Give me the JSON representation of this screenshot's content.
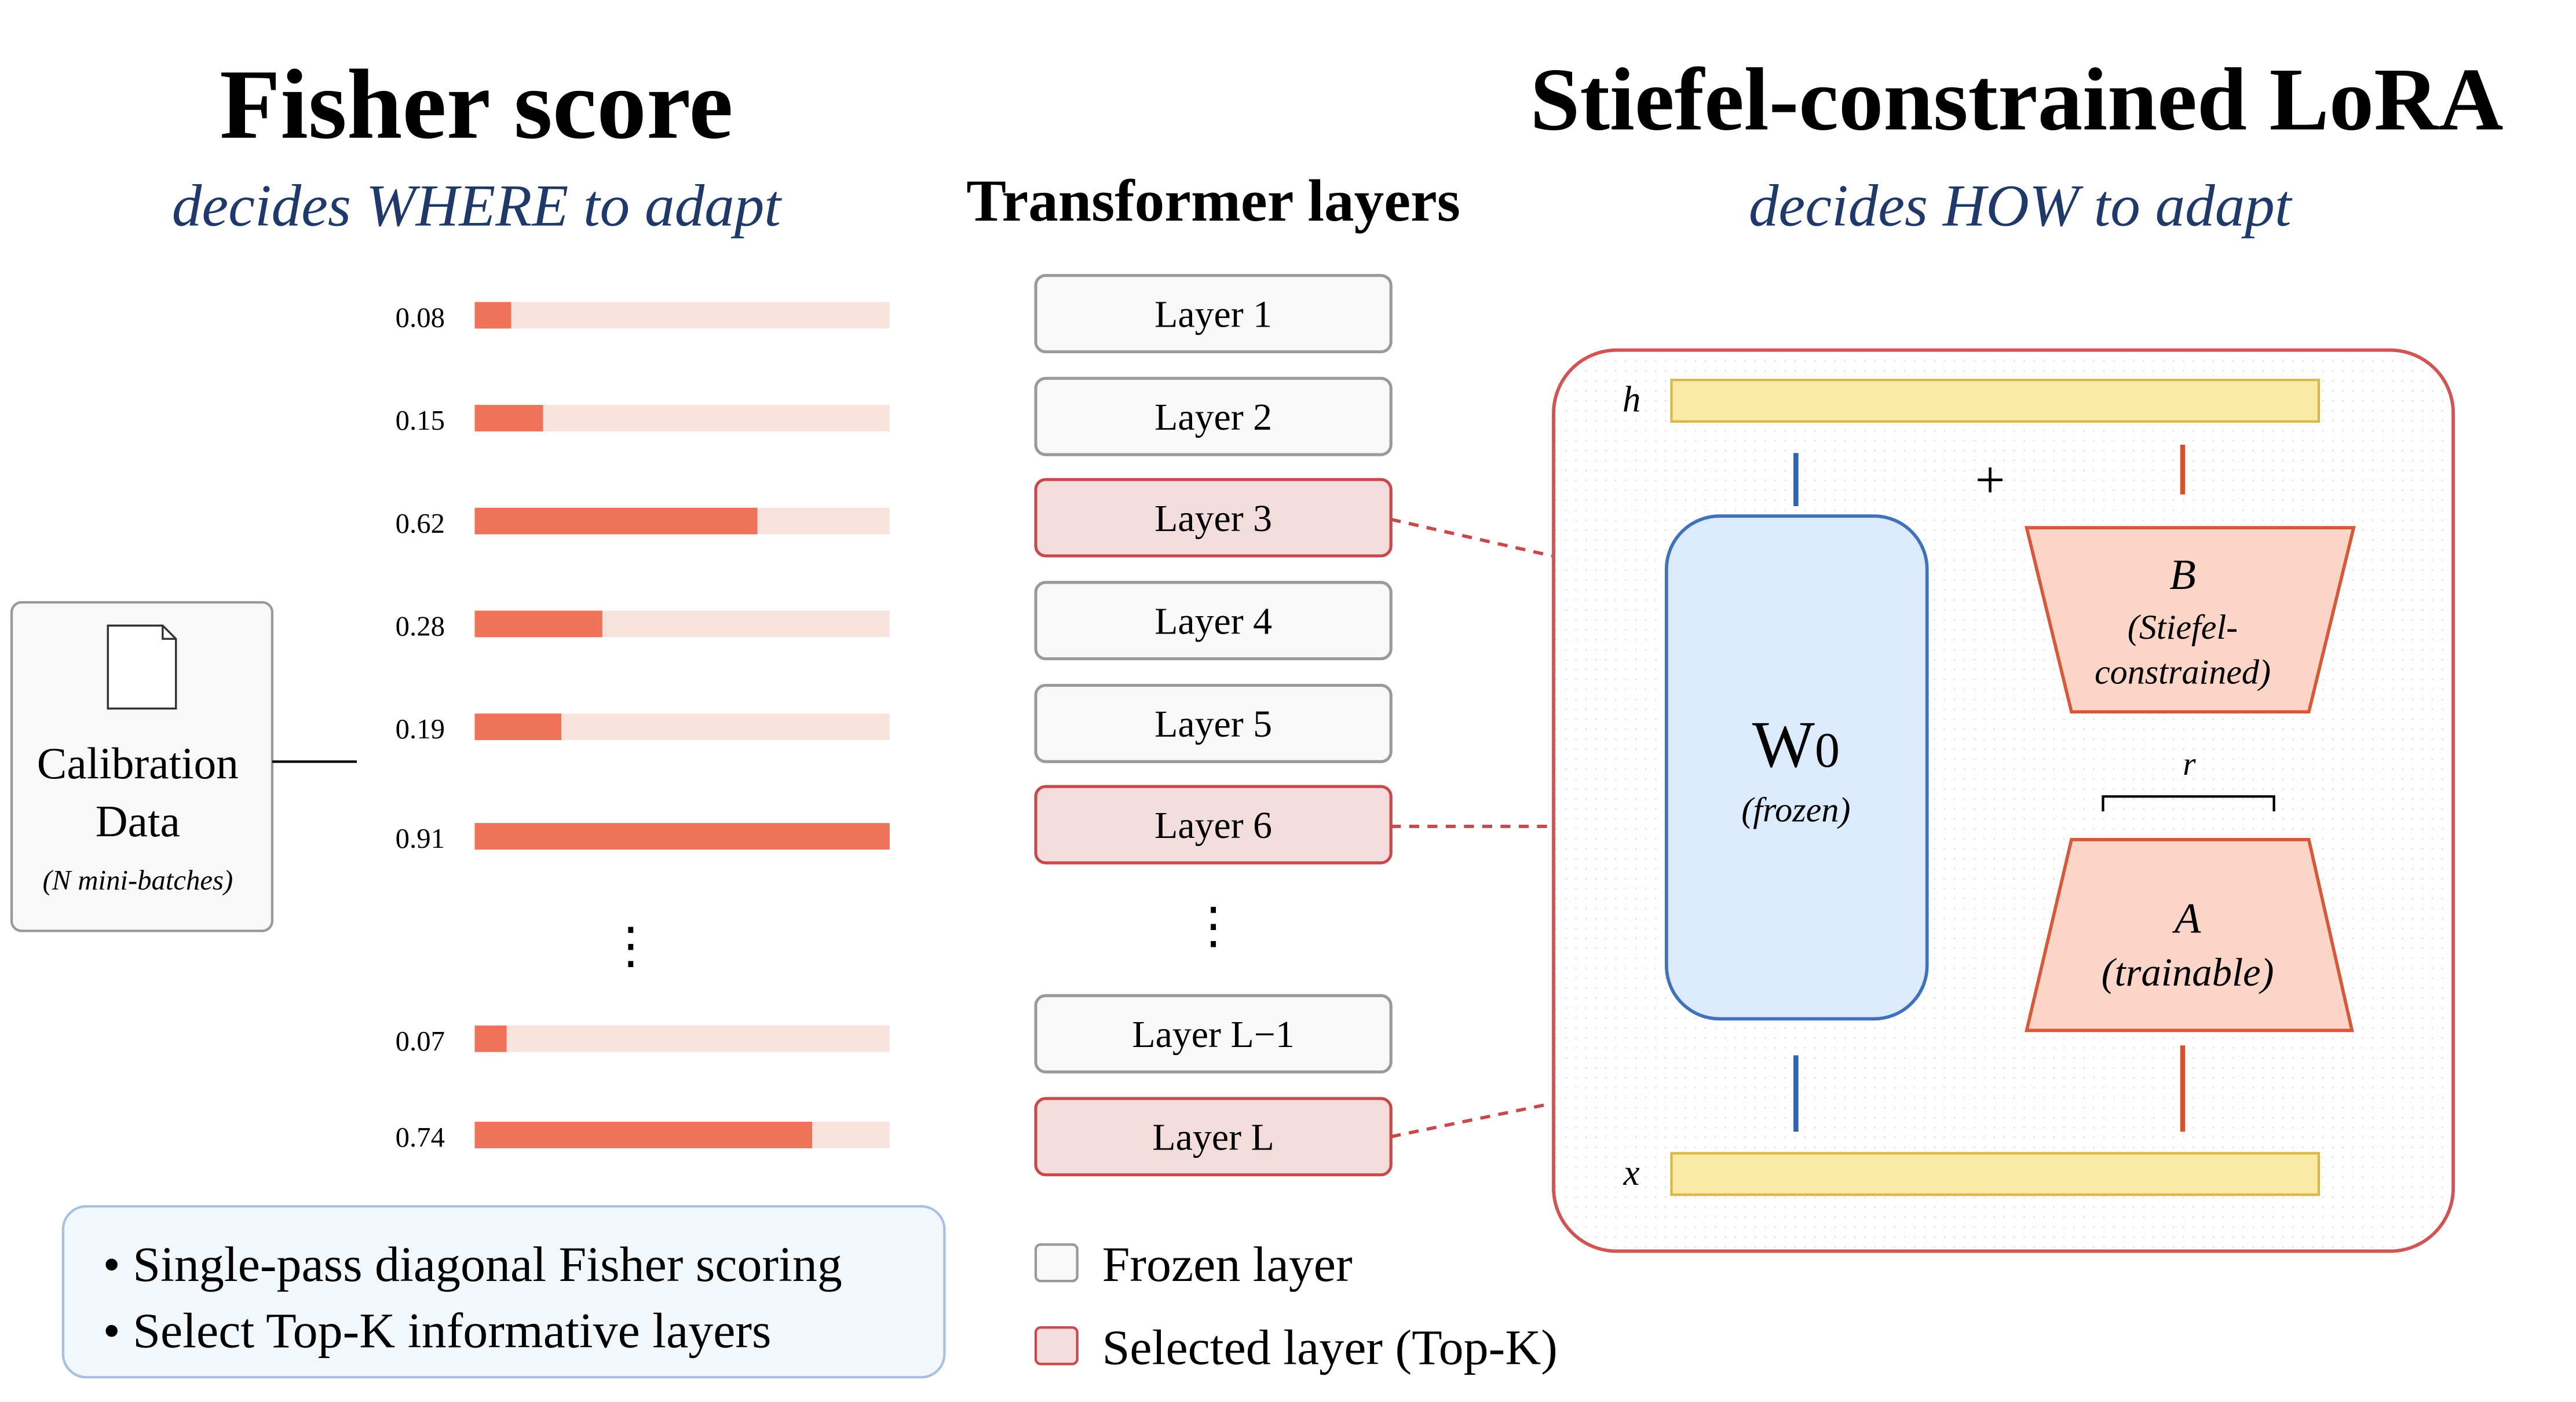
{
  "left_header": {
    "title": "Fisher score",
    "subtitle": "decides WHERE to adapt"
  },
  "middle_header": {
    "title": "Transformer layers"
  },
  "right_header": {
    "title": "Stiefel-constrained LoRA",
    "subtitle": "decides HOW to adapt"
  },
  "calibration": {
    "title_line1": "Calibration",
    "title_line2": "Data",
    "note": "(N mini-batches)",
    "icon": "document-icon"
  },
  "fisher_scores": [
    {
      "label": "0.08",
      "value": 0.08
    },
    {
      "label": "0.15",
      "value": 0.15
    },
    {
      "label": "0.62",
      "value": 0.62
    },
    {
      "label": "0.28",
      "value": 0.28
    },
    {
      "label": "0.19",
      "value": 0.19
    },
    {
      "label": "0.91",
      "value": 0.91
    },
    {
      "label": "0.07",
      "value": 0.07
    },
    {
      "label": "0.74",
      "value": 0.74
    }
  ],
  "fisher_scale_max": 0.91,
  "ellipsis": "⋮",
  "layers": [
    {
      "label": "Layer 1",
      "selected": false
    },
    {
      "label": "Layer 2",
      "selected": false
    },
    {
      "label": "Layer 3",
      "selected": true
    },
    {
      "label": "Layer 4",
      "selected": false
    },
    {
      "label": "Layer 5",
      "selected": false
    },
    {
      "label": "Layer 6",
      "selected": true
    },
    {
      "label": "Layer L−1",
      "selected": false
    },
    {
      "label": "Layer L",
      "selected": true
    }
  ],
  "bullets": [
    "• Single-pass diagonal Fisher scoring",
    "• Select Top-K informative layers"
  ],
  "legend": {
    "frozen": "Frozen layer",
    "selected": "Selected layer (Top-K)"
  },
  "lora": {
    "h_label": "h",
    "x_label": "x",
    "plus": "+",
    "w0_main": "W",
    "w0_sub": "0",
    "w0_note": "(frozen)",
    "b_label": "B",
    "b_note_line1": "(Stiefel-",
    "b_note_line2": "constrained)",
    "r_label": "r",
    "a_label": "A",
    "a_note": "(trainable)"
  },
  "colors": {
    "bar_fill": "#ee735a",
    "bar_track": "#f8e3dc",
    "selected_fill": "#f3dcdc",
    "selected_border": "#c8494c",
    "frozen_fill": "#f8f8f8",
    "frozen_border": "#9a9a9a",
    "subtitle": "#1f3a6a",
    "w0_fill": "#dcebfb",
    "w0_border": "#3f72b8",
    "trap_fill": "#fbd5c8",
    "trap_border": "#d65a3a",
    "feature_fill": "#fbeaa6",
    "feature_border": "#d8b84a",
    "panel_border": "#d15554",
    "blue_line": "#2e66b4",
    "orange_line": "#d2542c"
  }
}
